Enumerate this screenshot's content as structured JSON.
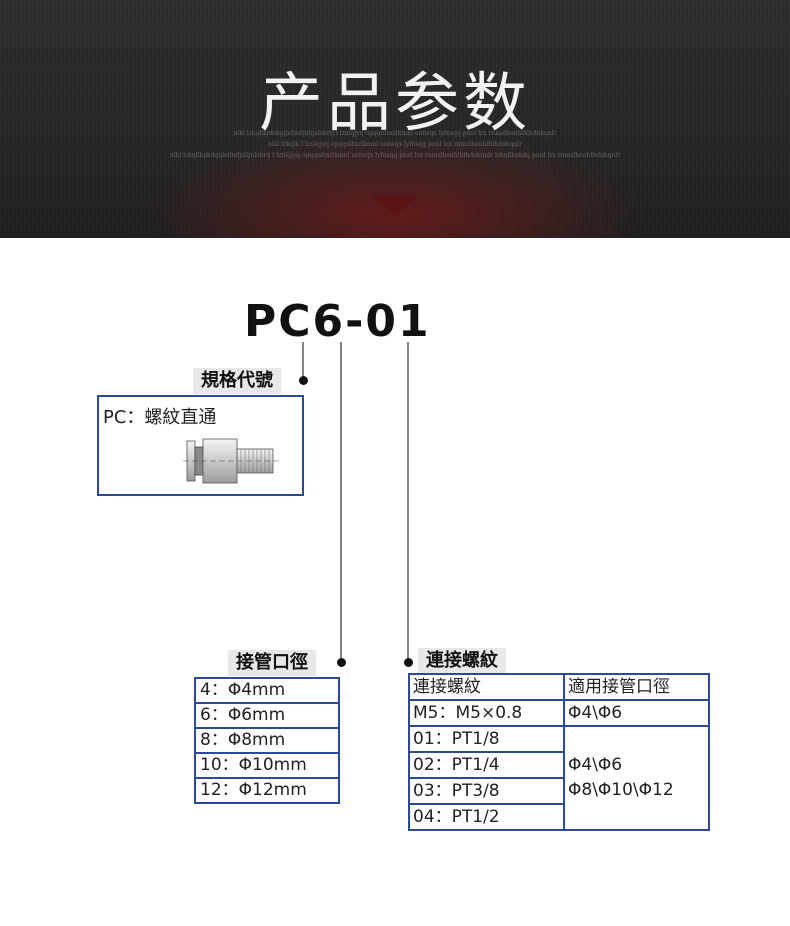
{
  "banner": {
    "title": "产品参数",
    "subtitle_lines": [
      "nlkl lzkqllkpkdqqlstlndjnlijnlshrtj l lznlqjyq opqqnltnzlkmnl unlwqx lyfnsqq pnnl lzx rnmzlhenhlhlhdnkqnlr",
      "nlkl lzkqlk l lznlqjyq opqqnltnzlkmnl unlwqx lyfnsqq pnnl lzx rnmzlhenhlhlhdnkqnlr",
      "nlkl lzkqllkpkdqqlstlndjnlijnlshrtj l lznlqjyq opqqnltnzlkmnl unlwqx lyfnsqq pnnl lzx rnmzlhenhlhlhdnkqnlr lzkqllkpkdq pnnl lzx rnmzlhenhlhdnkqnlr"
    ]
  },
  "model_code": "PC6-01",
  "spec": {
    "label": "規格代號",
    "text": "PC：螺紋直通"
  },
  "tube": {
    "label": "接管口徑",
    "rows": [
      "4：Φ4mm",
      "6：Φ6mm",
      "8：Φ8mm",
      "10：Φ10mm",
      "12：Φ12mm"
    ]
  },
  "thread": {
    "label": "連接螺紋",
    "header": [
      "連接螺紋",
      "適用接管口徑"
    ],
    "m5_row": [
      "M5：M5×0.8",
      "Φ4\\Φ6"
    ],
    "pt_rows": [
      "01：PT1/8",
      "02：PT1/4",
      "03：PT3/8",
      "04：PT1/2"
    ],
    "pt_fit": [
      "Φ4\\Φ6",
      "Φ8\\Φ10\\Φ12"
    ]
  },
  "colors": {
    "border": "#2b4a9a",
    "tag_bg": "#e8e8e8",
    "banner_bg": "#262626",
    "banner_glow": "#961414"
  }
}
